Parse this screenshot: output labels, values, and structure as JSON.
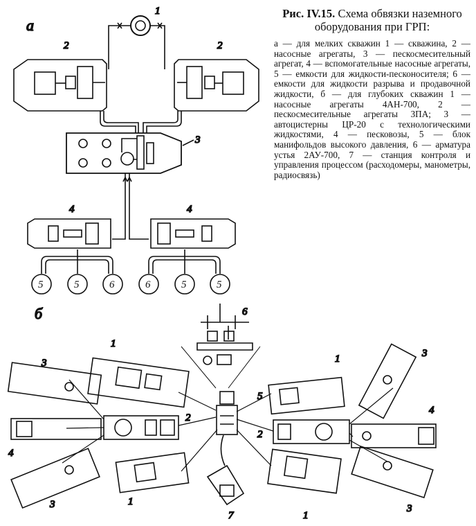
{
  "figure": {
    "title_prefix": "Рис. IV.15.",
    "title": "Схема обвязки наземного оборудования при ГРП:",
    "caption": "а — для мелких скважин 1 — скважина, 2 — насосные агрегаты, 3 — пескосмесительный агрегат, 4 — вспомогательные насосные агрегаты, 5 — емкости для жидкости-песконосителя; 6 — емкости для жидкости разрыва и продавочной жидкости, б — для глубоких скважин 1 — насосные агрегаты 4АН-700, 2 — пескосмесительные агрегаты 3ПА; 3 — автоцистерны ЦР-20 с технологическими жидкостями, 4 — песковозы, 5 — блок манифольдов высокого давления, 6 — арматура устья 2АУ-700, 7 — станция контроля и управления процессом (расходомеры, манометры, радиосвязь)"
  },
  "panel_a": {
    "label": "а",
    "well_label": "1",
    "pump_left_label": "2",
    "pump_right_label": "2",
    "blender_label": "3",
    "aux_left_label": "4",
    "aux_right_label": "4",
    "tank_labels": [
      "5",
      "5",
      "6",
      "6",
      "5",
      "5"
    ]
  },
  "panel_b": {
    "label": "б",
    "wellhead_label": "6",
    "manifold_label": "5",
    "station_label": "7",
    "pump_labels": [
      "1",
      "1",
      "1",
      "1"
    ],
    "blender_labels": [
      "2",
      "2"
    ],
    "tanker_labels": [
      "3",
      "3",
      "3",
      "3"
    ],
    "sand_labels": [
      "4",
      "4"
    ]
  }
}
